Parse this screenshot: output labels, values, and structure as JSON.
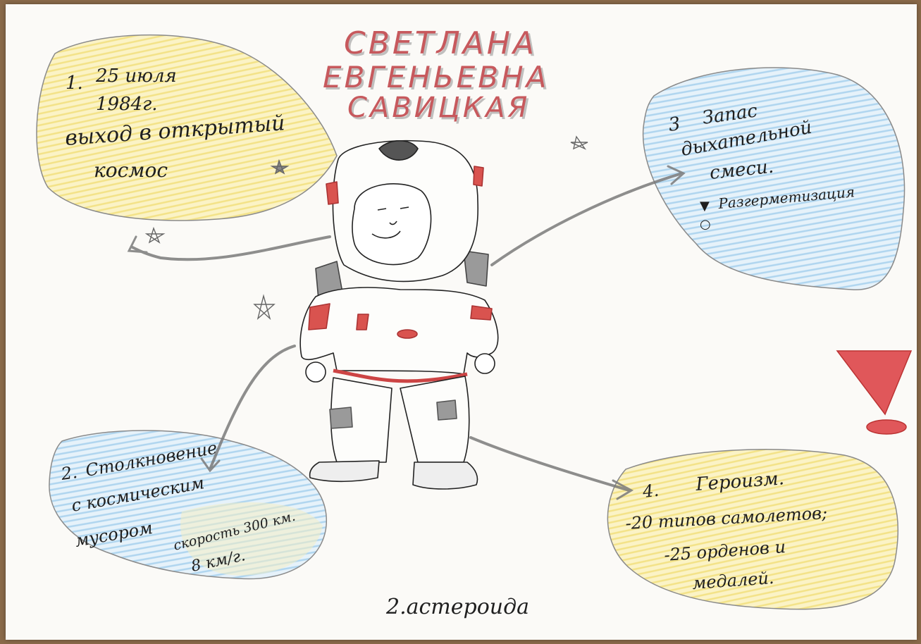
{
  "title": {
    "line1": "СВЕТЛАНА",
    "line2": "ЕВГЕНЬЕВНА",
    "line3": "САВИЦКАЯ"
  },
  "nodes": {
    "n1": {
      "number": "1.",
      "lines": [
        "25 июля",
        "1984г.",
        "выход в открытый",
        "космос"
      ]
    },
    "n2": {
      "number": "2.",
      "lines": [
        "Столкновение",
        "с космическим",
        "мусором",
        "скорость 300 км.",
        "8 км/г."
      ]
    },
    "n3": {
      "number": "3",
      "lines": [
        "Запас",
        "дыхательной",
        "смеси."
      ],
      "bullet": "Разгерметизация"
    },
    "n4": {
      "number": "4.",
      "lines": [
        "Героизм.",
        "-20 типов самолетов;",
        "-25 орденов и",
        "медалей."
      ]
    }
  },
  "footer": "2.астероида",
  "colors": {
    "paper": "#fbfaf7",
    "yellow": "#f3e07a",
    "blue": "#9fcfee",
    "red": "#d9534f",
    "pencil": "#777777",
    "ink": "#1f1f1f"
  },
  "icons": [
    "astronaut-drawing",
    "star-icon",
    "warning-triangle-icon"
  ]
}
